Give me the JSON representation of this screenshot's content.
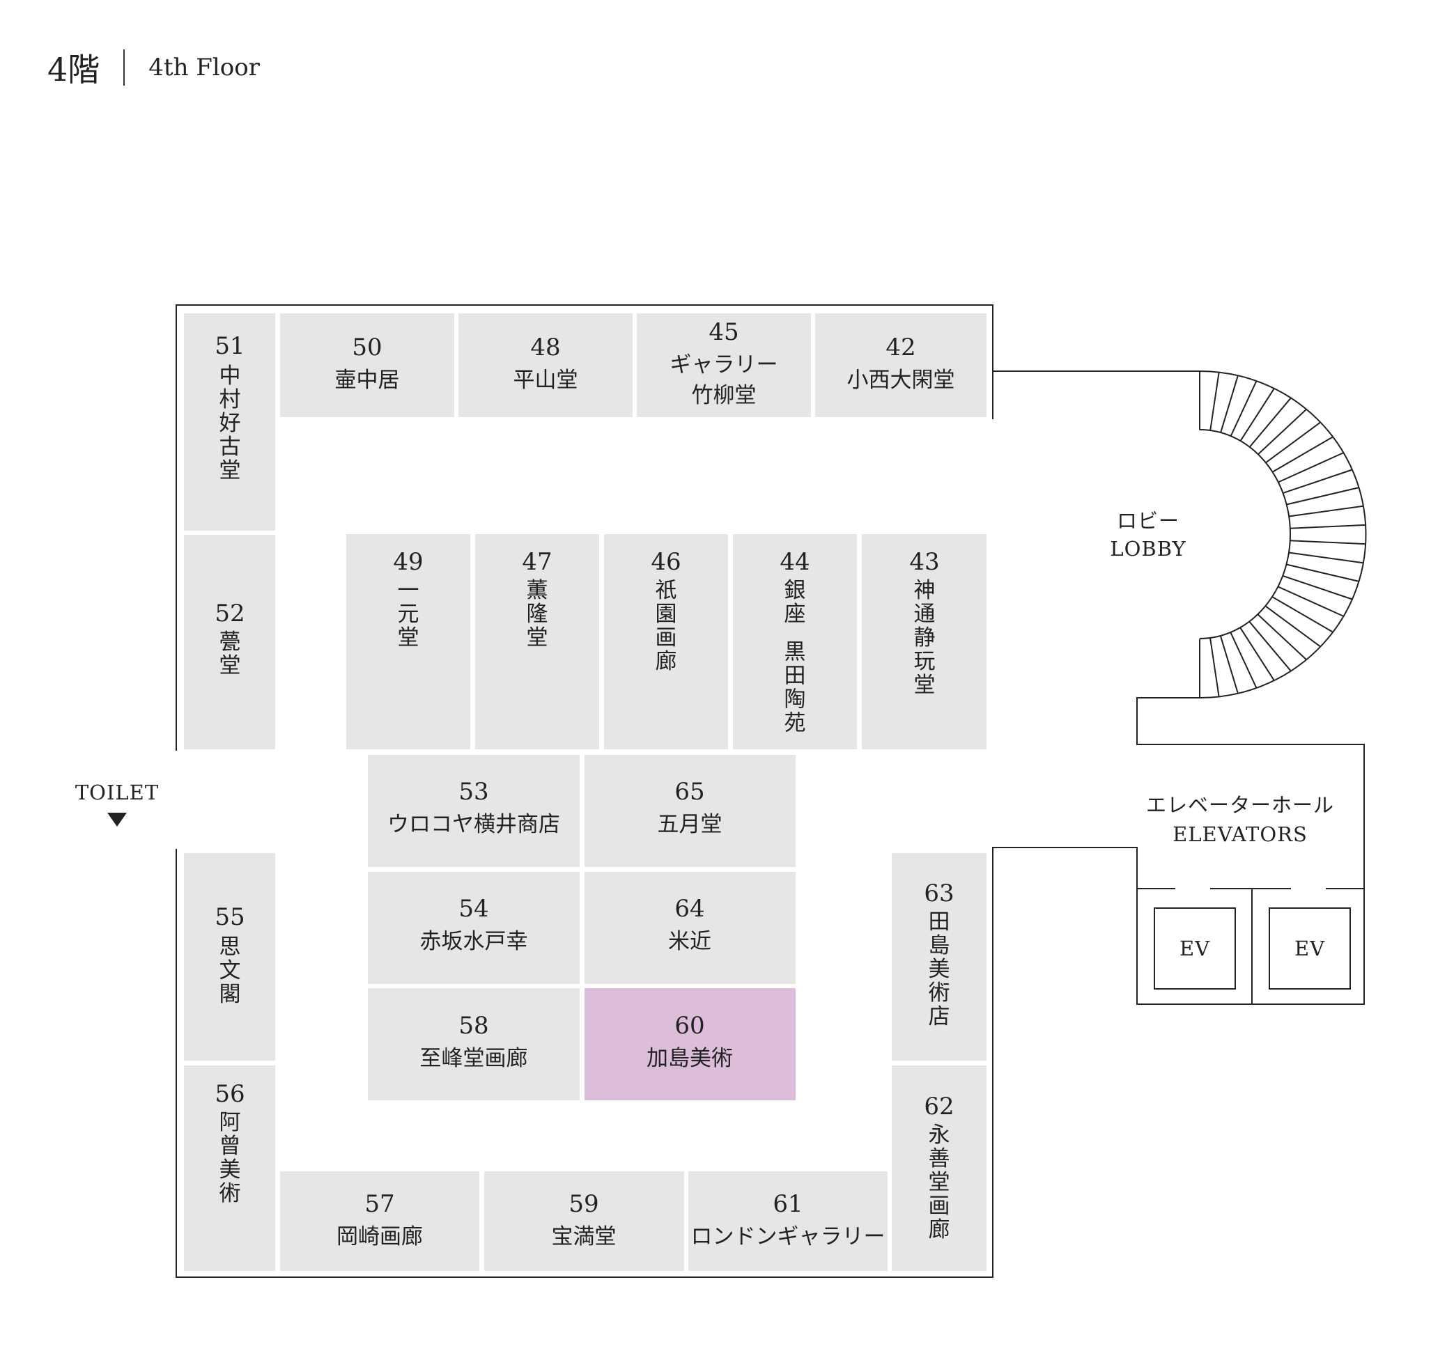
{
  "header": {
    "floor_jp": "4階",
    "floor_en": "4th Floor"
  },
  "labels": {
    "lobby_jp": "ロビー",
    "lobby_en": "LOBBY",
    "elevator_jp": "エレベーターホール",
    "elevator_en": "ELEVATORS",
    "ev": "EV",
    "toilet": "TOILET"
  },
  "colors": {
    "booth": "#e6e6e6",
    "highlight": "#dcbdda",
    "wall": "#222222"
  },
  "booths": {
    "b51": {
      "num": "51",
      "name": "中村好古堂"
    },
    "b50": {
      "num": "50",
      "name": "壷中居"
    },
    "b48": {
      "num": "48",
      "name": "平山堂"
    },
    "b45": {
      "num": "45",
      "name1": "ギャラリー",
      "name2": "竹柳堂"
    },
    "b42": {
      "num": "42",
      "name": "小西大閑堂"
    },
    "b52": {
      "num": "52",
      "name": "甍堂"
    },
    "b49": {
      "num": "49",
      "name": "一元堂"
    },
    "b47": {
      "num": "47",
      "name": "薫隆堂"
    },
    "b46": {
      "num": "46",
      "name": "祇園画廊"
    },
    "b44": {
      "num": "44",
      "name": "銀座 黒田陶苑"
    },
    "b43": {
      "num": "43",
      "name": "神通静玩堂"
    },
    "b53": {
      "num": "53",
      "name": "ウロコヤ横井商店"
    },
    "b65": {
      "num": "65",
      "name": "五月堂"
    },
    "b54": {
      "num": "54",
      "name": "赤坂水戸幸"
    },
    "b64": {
      "num": "64",
      "name": "米近"
    },
    "b58": {
      "num": "58",
      "name": "至峰堂画廊"
    },
    "b60": {
      "num": "60",
      "name": "加島美術"
    },
    "b55": {
      "num": "55",
      "name": "思文閣"
    },
    "b63": {
      "num": "63",
      "name": "田島美術店"
    },
    "b56": {
      "num": "56",
      "name": "阿曾美術"
    },
    "b62": {
      "num": "62",
      "name": "永善堂画廊"
    },
    "b57": {
      "num": "57",
      "name": "岡崎画廊"
    },
    "b59": {
      "num": "59",
      "name": "宝満堂"
    },
    "b61": {
      "num": "61",
      "name": "ロンドンギャラリー"
    }
  }
}
